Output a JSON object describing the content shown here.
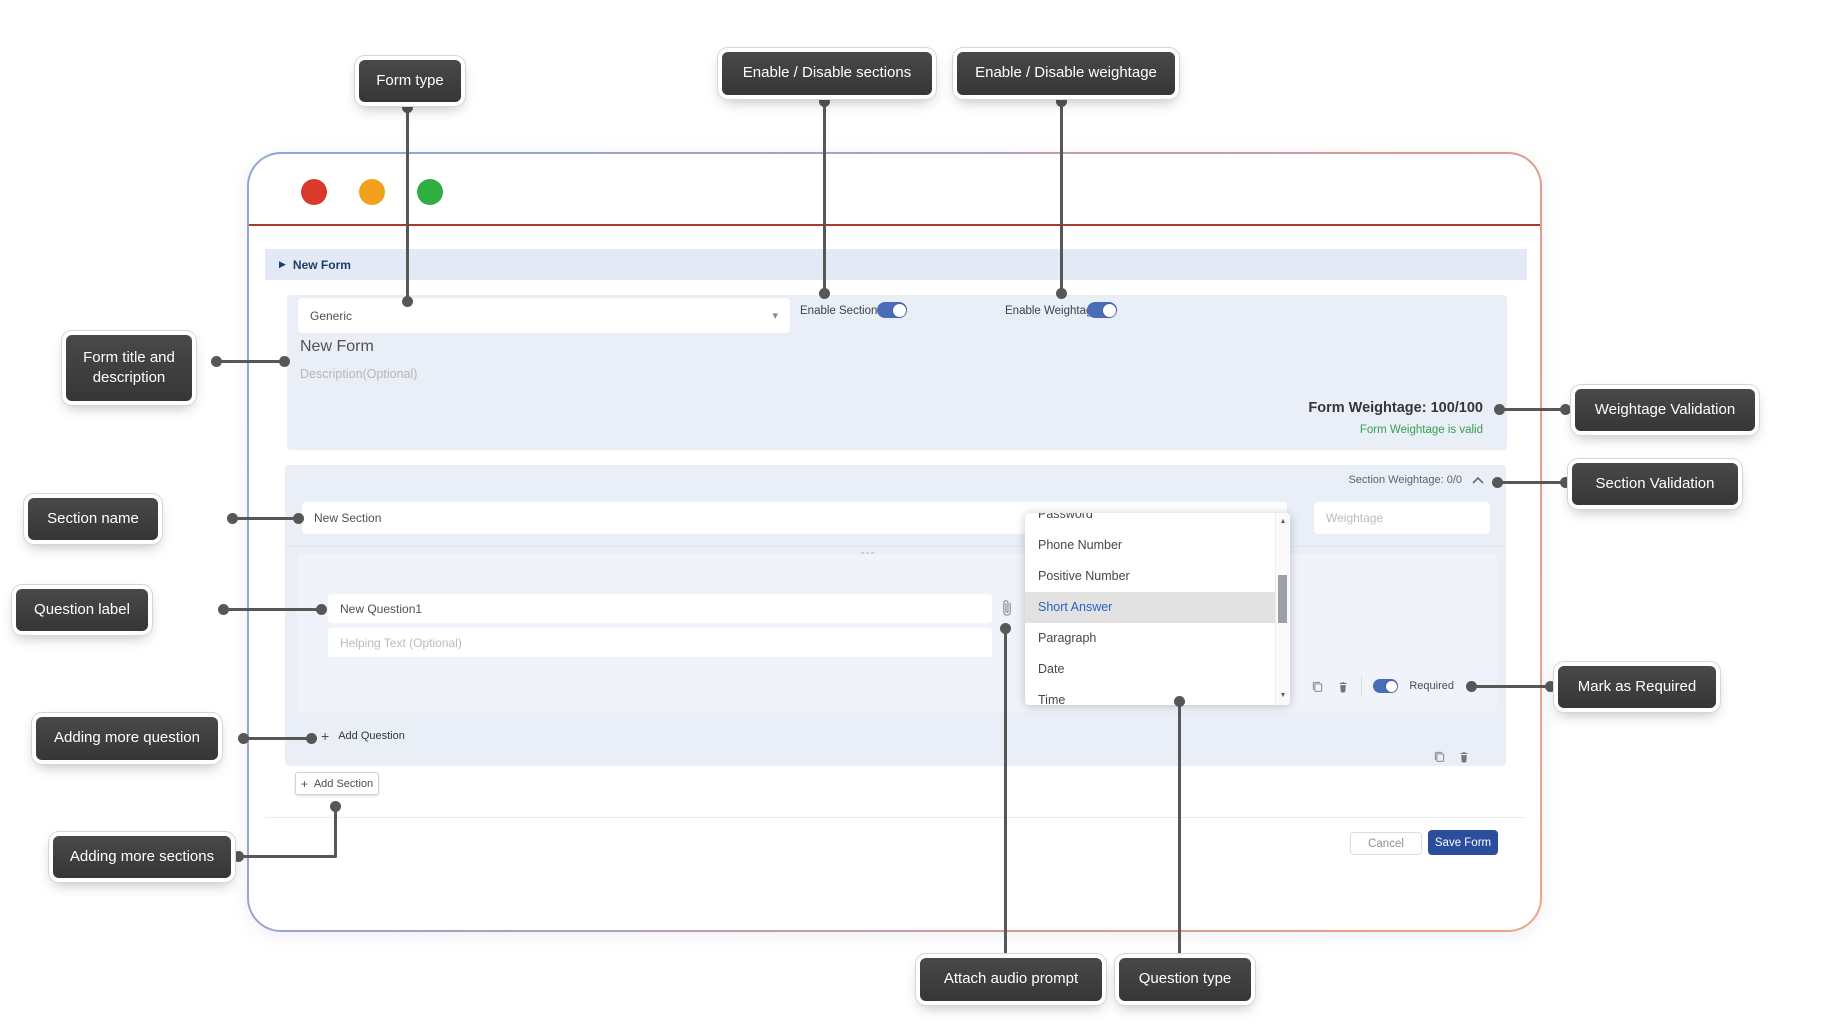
{
  "callouts": {
    "form_type": "Form type",
    "enable_disable_sections": "Enable / Disable sections",
    "enable_disable_weightage": "Enable / Disable weightage",
    "form_title_and_description": "Form title and description",
    "weightage_validation": "Weightage Validation",
    "section_validation": "Section Validation",
    "section_name": "Section name",
    "question_label": "Question label",
    "mark_as_required": "Mark as Required",
    "adding_more_question": "Adding more question",
    "adding_more_sections": "Adding more sections",
    "attach_audio_prompt": "Attach audio prompt",
    "question_type": "Question type"
  },
  "window": {
    "breadcrumb": "New Form",
    "form": {
      "type_value": "Generic",
      "enable_sections_label": "Enable Sections",
      "enable_weightage_label": "Enable Weightage",
      "title_value": "New Form",
      "description_placeholder": "Description(Optional)",
      "weightage_label": "Form Weightage:",
      "weightage_value": "100/100",
      "weightage_status": "Form Weightage is valid"
    },
    "section": {
      "weightage_label": "Section Weightage:",
      "weightage_value": "0/0",
      "name_value": "New Section",
      "weightage_placeholder": "Weightage",
      "add_question_label": "Add Question"
    },
    "question": {
      "label_value": "New Question1",
      "helping_placeholder": "Helping Text (Optional)",
      "required_label": "Required"
    },
    "dropdown": {
      "items": [
        "Password",
        "Phone Number",
        "Positive Number",
        "Short Answer",
        "Paragraph",
        "Date",
        "Time"
      ],
      "selected": "Short Answer"
    },
    "footer": {
      "add_section_label": "Add Section",
      "cancel_label": "Cancel",
      "save_label": "Save Form"
    }
  },
  "icons": {
    "breadcrumb_caret": "▶",
    "select_caret": "▾",
    "plus": "+",
    "scroll_up": "▲",
    "scroll_down": "▼"
  },
  "colors": {
    "accent_blue": "#2a4d9e",
    "toggle_blue": "#4a6db8",
    "valid_green": "#36a24d",
    "callout_bg": "#3f3f3f",
    "selected_item_blue": "#2a63c0",
    "traffic_red": "#d93a2b",
    "traffic_yellow": "#f2a21a",
    "traffic_green": "#2eae43"
  }
}
